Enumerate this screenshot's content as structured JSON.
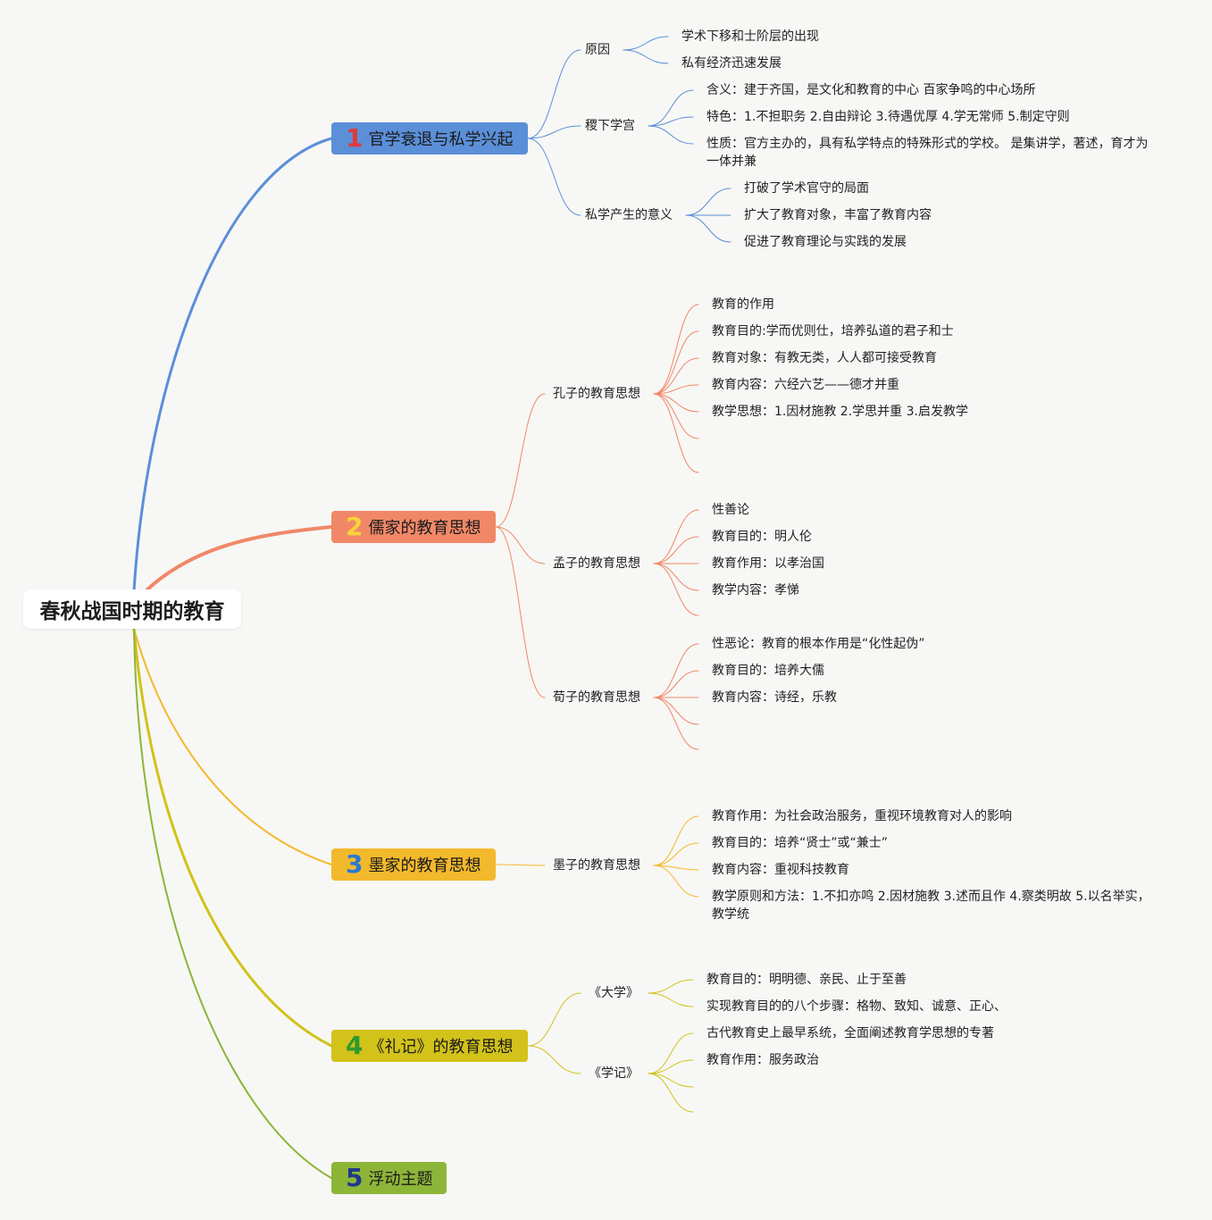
{
  "root": {
    "label": "春秋战国时期的教育"
  },
  "colors": {
    "blue": "#5b8fd8",
    "orange": "#f08868",
    "yellow": "#f3b92c",
    "olive": "#d2c21a",
    "green": "#8db538",
    "numRed": "#e03a3a",
    "numYellow": "#f7d23a",
    "numBlue": "#2b78d4",
    "numGreen": "#2e9a2e",
    "numNavy": "#1f3a8a"
  },
  "branches": [
    {
      "num": "1",
      "label": "官学衰退与私学兴起",
      "children": [
        {
          "label": "原因",
          "children": [
            "学术下移和士阶层的出现",
            "私有经济迅速发展"
          ]
        },
        {
          "label": "稷下学宫",
          "children": [
            "含义：建于齐国，是文化和教育的中心 百家争鸣的中心场所",
            "特色：1.不担职务 2.自由辩论 3.待遇优厚 4.学无常师 5.制定守则",
            "性质：官方主办的，具有私学特点的特殊形式的学校。 是集讲学，著述，育才为一体并兼"
          ]
        },
        {
          "label": "私学产生的意义",
          "children": [
            "打破了学术官守的局面",
            "扩大了教育对象，丰富了教育内容",
            "促进了教育理论与实践的发展"
          ]
        }
      ]
    },
    {
      "num": "2",
      "label": "儒家的教育思想",
      "children": [
        {
          "label": "孔子的教育思想",
          "children": [
            "教育的作用",
            "教育目的:学而优则仕，培养弘道的君子和士",
            "教育对象：有教无类，人人都可接受教育",
            "教育内容：六经六艺——德才并重",
            "教学思想：1.因材施教 2.学思并重 3.启发教学",
            "",
            ""
          ]
        },
        {
          "label": "孟子的教育思想",
          "children": [
            "性善论",
            "教育目的：明人伦",
            "教育作用：以孝治国",
            "教学内容：孝悌",
            ""
          ]
        },
        {
          "label": "荀子的教育思想",
          "children": [
            "性恶论：教育的根本作用是“化性起伪”",
            "教育目的：培养大儒",
            "教育内容：诗经，乐教",
            "",
            ""
          ]
        }
      ]
    },
    {
      "num": "3",
      "label": "墨家的教育思想",
      "children": [
        {
          "label": "墨子的教育思想",
          "children": [
            "教育作用：为社会政治服务，重视环境教育对人的影响",
            "教育目的：培养“贤士”或“兼士”",
            "教育内容：重视科技教育",
            "教学原则和方法：1.不扣亦鸣 2.因材施教 3.述而且作 4.察类明故 5.以名举实，教学统"
          ]
        }
      ]
    },
    {
      "num": "4",
      "label": "《礼记》的教育思想",
      "children": [
        {
          "label": "《大学》",
          "children": [
            "教育目的：明明德、亲民、止于至善",
            "实现教育目的的八个步骤：格物、致知、诚意、正心、"
          ]
        },
        {
          "label": "《学记》",
          "children": [
            "古代教育史上最早系统，全面阐述教育学思想的专著",
            "教育作用：服务政治",
            "",
            ""
          ]
        }
      ]
    },
    {
      "num": "5",
      "label": "浮动主题",
      "children": []
    }
  ]
}
